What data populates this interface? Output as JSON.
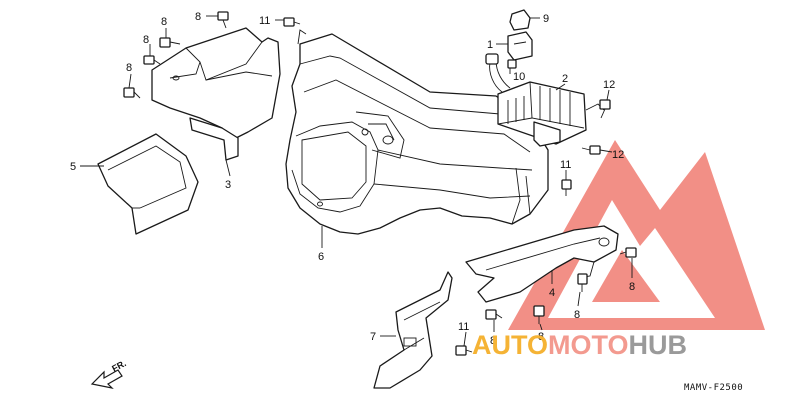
{
  "callouts": [
    {
      "id": "c8a",
      "label": "8"
    },
    {
      "id": "c8b",
      "label": "8"
    },
    {
      "id": "c8c",
      "label": "8"
    },
    {
      "id": "c8d",
      "label": "8"
    },
    {
      "id": "c11a",
      "label": "11"
    },
    {
      "id": "c9",
      "label": "9"
    },
    {
      "id": "c1",
      "label": "1"
    },
    {
      "id": "c10",
      "label": "10"
    },
    {
      "id": "c2",
      "label": "2"
    },
    {
      "id": "c12a",
      "label": "12"
    },
    {
      "id": "c12b",
      "label": "12"
    },
    {
      "id": "c11b",
      "label": "11"
    },
    {
      "id": "c5",
      "label": "5"
    },
    {
      "id": "c3",
      "label": "3"
    },
    {
      "id": "c6",
      "label": "6"
    },
    {
      "id": "c4",
      "label": "4"
    },
    {
      "id": "c8e",
      "label": "8"
    },
    {
      "id": "c8f",
      "label": "8"
    },
    {
      "id": "c8g",
      "label": "8"
    },
    {
      "id": "c8h",
      "label": "8"
    },
    {
      "id": "c7",
      "label": "7"
    },
    {
      "id": "c11c",
      "label": "11"
    }
  ],
  "direction_label": "FR.",
  "diagram_code": "MAMV-F2500",
  "watermark": {
    "text_accent": "AUTO",
    "text_mid": "MOTO",
    "text_dark": "HUB",
    "accent_color": "#f5b335",
    "mid_color": "#f39a8f",
    "dark_color": "#9a9a9a",
    "logo_color": "#f07c72"
  }
}
